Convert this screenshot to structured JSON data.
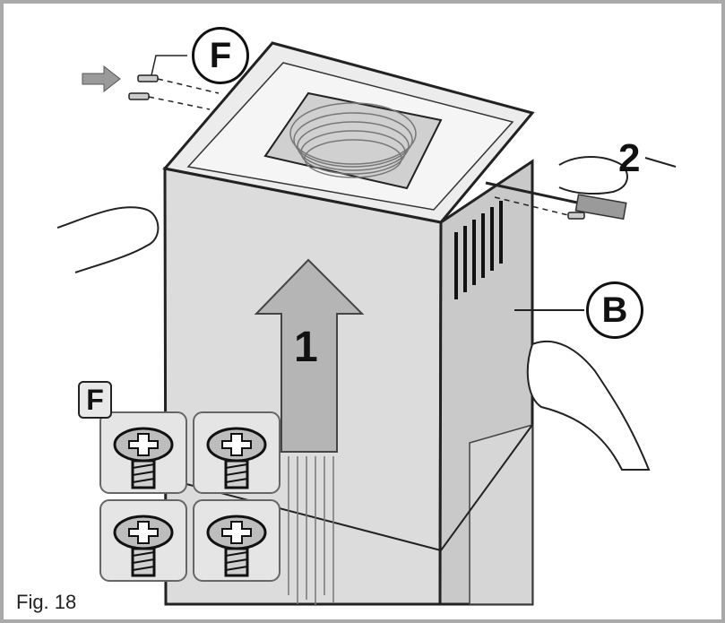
{
  "callouts": {
    "screw_top": "F",
    "screw_box": "F",
    "chimney_part": "B"
  },
  "steps": {
    "lift_step": "1",
    "fasten_step": "2"
  },
  "caption": "Fig. 18",
  "colors": {
    "panel_light": "#e3e3e3",
    "panel_mid": "#d2d2d2",
    "panel_dark": "#b9b9b9",
    "frame_border": "#a9a9a9"
  }
}
